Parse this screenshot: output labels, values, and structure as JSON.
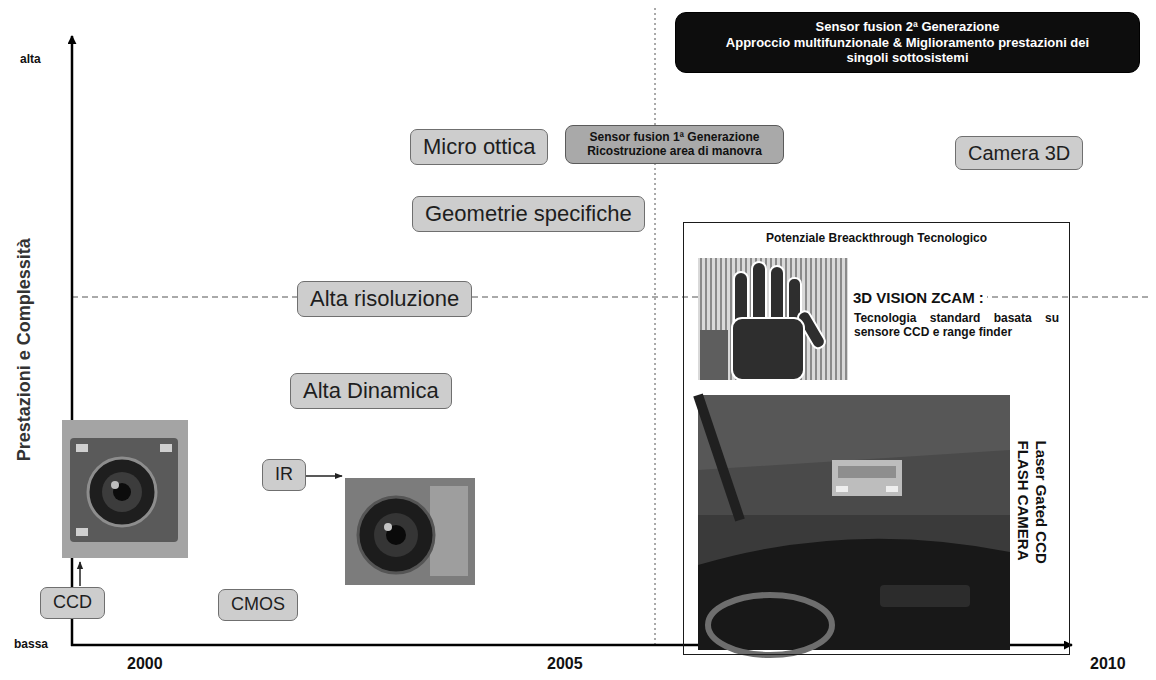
{
  "diagram": {
    "nodes": [
      {
        "text": [
          "Sensor fusion 2ª Generazione",
          "Approccio multifunzionale & Miglioramento prestazioni dei singoli sottosistemi"
        ]
      },
      {
        "text": [
          "Micro ottica"
        ]
      },
      {
        "text": [
          "Sensor fusion 1ª Generazione Ricostruzione area di manovra"
        ]
      },
      {
        "text": [
          "Camera 3D"
        ]
      },
      {
        "text": [
          "Geometrie specifiche"
        ]
      },
      {
        "text": [
          "Potenziale Breackthrough Tecnologico",
          "3D VISION ZCAM :",
          "Tecnologia standard basata su sensore CCD e range finder",
          "Laser Gated CCD FLASH CAMERA"
        ]
      },
      {
        "text": [
          "Alta risoluzione"
        ]
      },
      {
        "text": [
          "Alta Dinamica"
        ]
      },
      {
        "text": [
          "IR"
        ]
      },
      {
        "text": [
          "CCD"
        ]
      },
      {
        "text": [
          "CMOS"
        ]
      }
    ],
    "labels": [
      "alta",
      "bassa",
      "Prestazioni e Complessità",
      "2000",
      "2005",
      "2010"
    ]
  }
}
